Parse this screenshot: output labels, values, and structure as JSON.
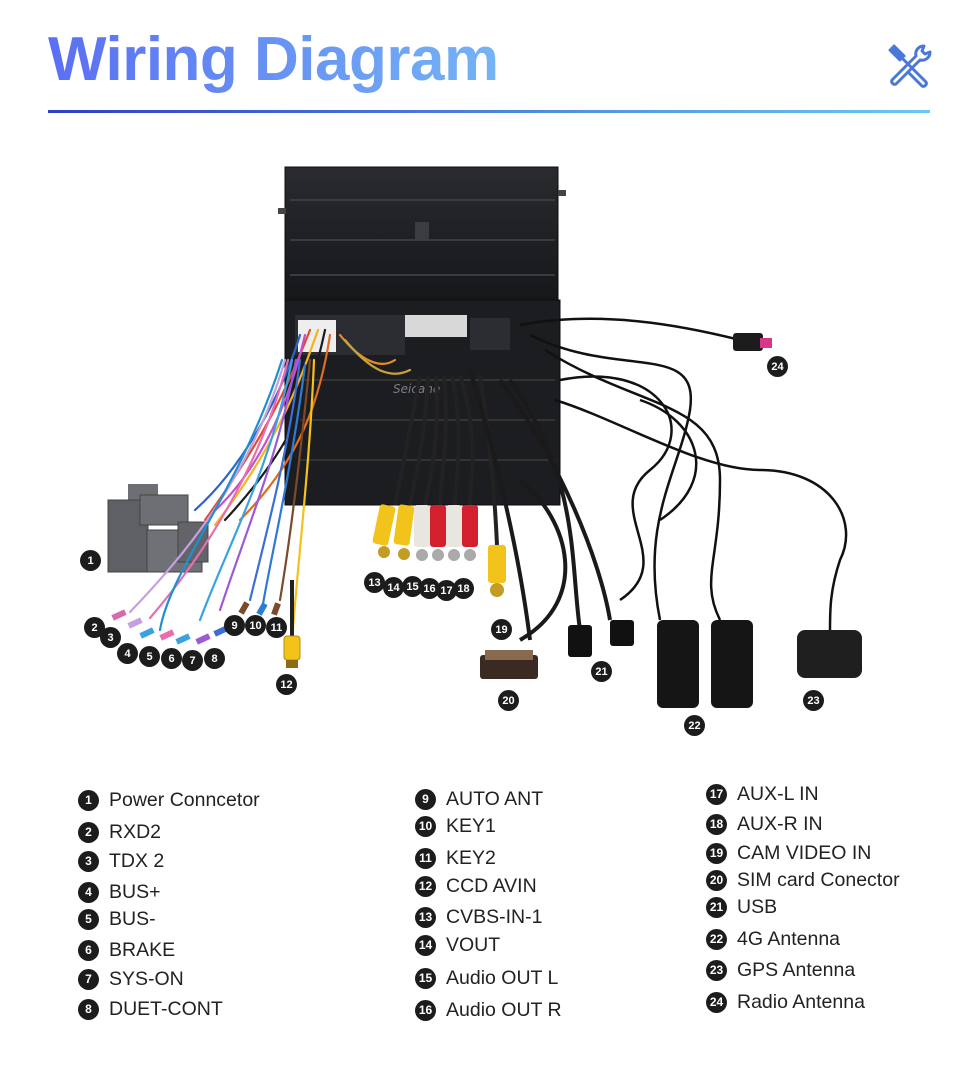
{
  "header": {
    "title": "Wiring Diagram",
    "icon": "tools-icon",
    "accent_start": "#5b6ff2",
    "accent_end": "#74b4f4"
  },
  "diagram": {
    "brand_watermark": "Seicane",
    "callouts": [
      "1",
      "2",
      "3",
      "4",
      "5",
      "6",
      "7",
      "8",
      "9",
      "10",
      "11",
      "12",
      "13",
      "14",
      "15",
      "16",
      "17",
      "18",
      "19",
      "20",
      "21",
      "22",
      "23",
      "24"
    ]
  },
  "legend": {
    "col1": [
      {
        "num": "1",
        "label": "Power Conncetor"
      },
      {
        "num": "2",
        "label": "RXD2"
      },
      {
        "num": "3",
        "label": "TDX 2"
      },
      {
        "num": "4",
        "label": "BUS+"
      },
      {
        "num": "5",
        "label": "BUS-"
      },
      {
        "num": "6",
        "label": "BRAKE"
      },
      {
        "num": "7",
        "label": "SYS-ON"
      },
      {
        "num": "8",
        "label": "DUET-CONT"
      }
    ],
    "col2": [
      {
        "num": "9",
        "label": "AUTO ANT"
      },
      {
        "num": "10",
        "label": "KEY1"
      },
      {
        "num": "11",
        "label": "KEY2"
      },
      {
        "num": "12",
        "label": "CCD AVIN"
      },
      {
        "num": "13",
        "label": "CVBS-IN-1"
      },
      {
        "num": "14",
        "label": "VOUT"
      },
      {
        "num": "15",
        "label": "Audio OUT L"
      },
      {
        "num": "16",
        "label": "Audio OUT R"
      }
    ],
    "col3": [
      {
        "num": "17",
        "label": "AUX-L IN"
      },
      {
        "num": "18",
        "label": "AUX-R IN"
      },
      {
        "num": "19",
        "label": "CAM VIDEO IN"
      },
      {
        "num": "20",
        "label": "SIM card Conector"
      },
      {
        "num": "21",
        "label": "USB"
      },
      {
        "num": "22",
        "label": "4G Antenna"
      },
      {
        "num": "23",
        "label": "GPS Antenna"
      },
      {
        "num": "24",
        "label": "Radio Antenna"
      }
    ]
  }
}
